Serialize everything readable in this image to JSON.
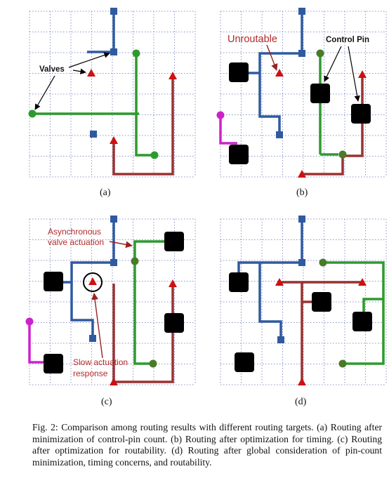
{
  "panels": [
    {
      "id": "a",
      "label": "(a)"
    },
    {
      "id": "b",
      "label": "(b)"
    },
    {
      "id": "c",
      "label": "(c)"
    },
    {
      "id": "d",
      "label": "(d)"
    }
  ],
  "annotations": {
    "valves": "Valves",
    "unroutable": "Unroutable",
    "control_pin": "Control Pin",
    "async_line1": "Asynchronous",
    "async_line2": "valve actuation",
    "slow_line1": "Slow actuation",
    "slow_line2": "response"
  },
  "caption": "Fig. 2: Comparison among routing results with different routing targets. (a) Routing after minimization of control-pin count. (b) Routing after optimization for timing. (c) Routing after optimization for routability. (d) Routing after global consideration of pin-count minimization, timing concerns, and routability.",
  "colors": {
    "grid": "#8a94c8",
    "blue": "#2f5aa0",
    "green": "#2e9a2e",
    "dark_red": "#9b3232",
    "red": "#cc1111",
    "magenta": "#cc22cc",
    "olive": "#4a7a2a",
    "black": "#000000",
    "annotation_red": "#b42a2a"
  }
}
